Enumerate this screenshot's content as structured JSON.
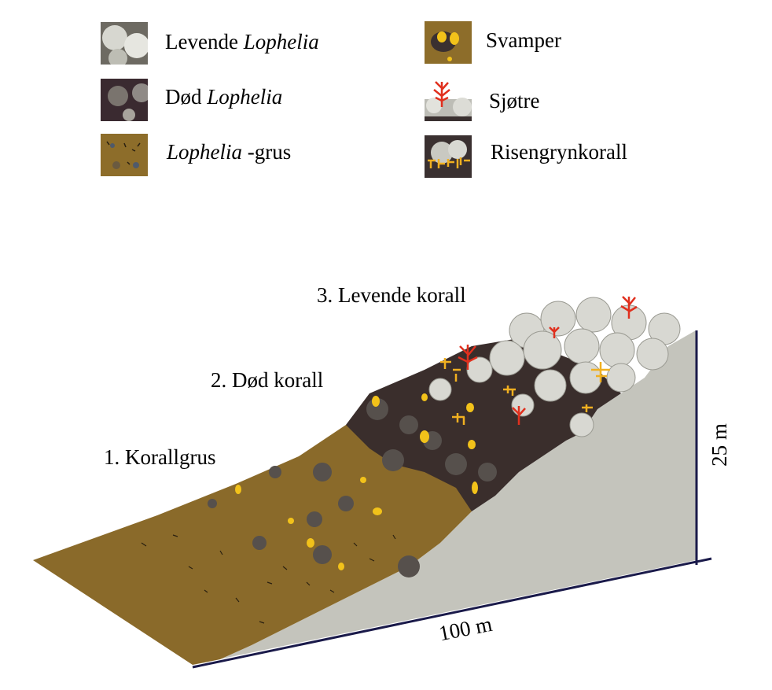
{
  "legend": [
    {
      "label_plain": "Levende ",
      "label_italic": "Lophelia",
      "label_suffix": "",
      "swatch": "live-lophelia"
    },
    {
      "label_plain": "Død ",
      "label_italic": "Lophelia",
      "label_suffix": "",
      "swatch": "dead-lophelia"
    },
    {
      "label_plain": "",
      "label_italic": "Lophelia",
      "label_suffix": " -grus",
      "swatch": "lophelia-rubble"
    },
    {
      "label_plain": "Svamper",
      "label_italic": "",
      "label_suffix": "",
      "swatch": "sponges"
    },
    {
      "label_plain": "Sjøtre",
      "label_italic": "",
      "label_suffix": "",
      "swatch": "sea-tree"
    },
    {
      "label_plain": "Risengrynkorall",
      "label_italic": "",
      "label_suffix": "",
      "swatch": "rice-coral"
    }
  ],
  "zones": {
    "zone1": "1.  Korallgrus",
    "zone2": "2.  Død korall",
    "zone3": "3.  Levende korall"
  },
  "dimensions": {
    "height": "25 m",
    "length": "100 m"
  },
  "colors": {
    "sediment": "#8a6a2a",
    "dead_coral": "#3a2e2c",
    "live_coral": "#d8d8d2",
    "cross_section": "#c4c4bc",
    "sponge": "#f2c21a",
    "sea_tree": "#e0301e",
    "rice_coral": "#f0b020",
    "dimension_line": "#1a1a4a"
  }
}
